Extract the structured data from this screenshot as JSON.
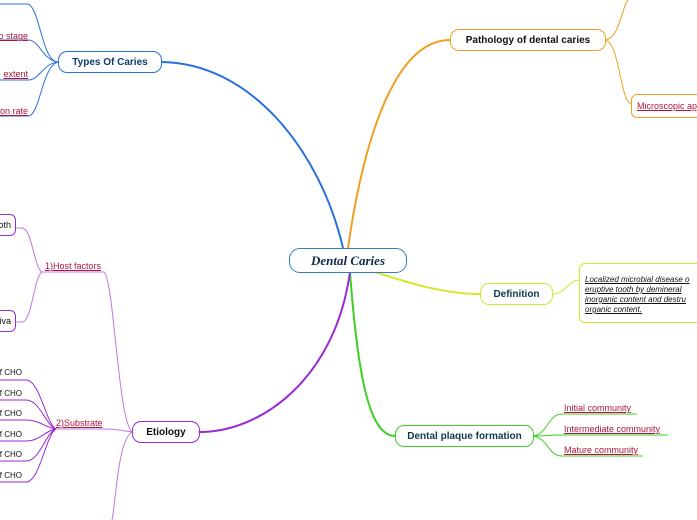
{
  "central": {
    "label": "Dental Caries"
  },
  "branches": {
    "types": {
      "label": "Types Of Caries",
      "color": "#2a6fdb"
    },
    "pathology": {
      "label": "Pathology of dental caries",
      "color": "#f0a020"
    },
    "definition": {
      "label": "Definition",
      "color": "#d4e82a"
    },
    "plaque": {
      "label": "Dental plaque formation",
      "color": "#3fcf25"
    },
    "etiology": {
      "label": "Etiology",
      "color": "#9a2ad4"
    }
  },
  "types_children": [
    "o stage",
    "extent",
    "on rate"
  ],
  "pathology_children": [
    "Microscopic app"
  ],
  "definition_text": [
    "Localized microbial disease o",
    "eruptive tooth by demineral",
    "inorganic content and destru",
    "organic content."
  ],
  "plaque_children": [
    "Initial community",
    "Intermediate community",
    "Mature community"
  ],
  "etiology_groups": {
    "host": {
      "label": "1)Host factors",
      "children": [
        "oth",
        "iva"
      ]
    },
    "substrate": {
      "label": "2)Substrate",
      "children": [
        "f CHO",
        "f CHO",
        "f CHO",
        "f CHO",
        "f CHO",
        "f CHO"
      ]
    }
  }
}
